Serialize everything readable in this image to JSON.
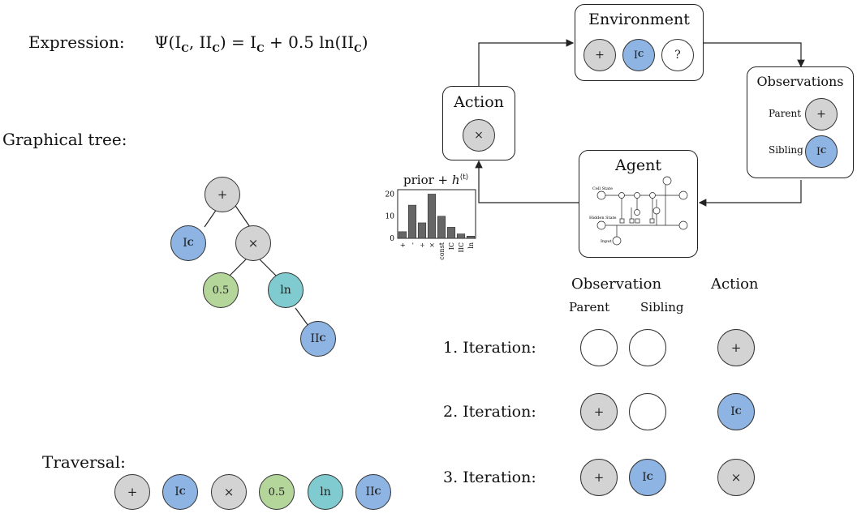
{
  "expression": {
    "label": "Expression:",
    "formula": "Ψ(I_C, II_C) = I_C + 0.5 ln(II_C)"
  },
  "tree": {
    "label": "Graphical tree:",
    "nodes": {
      "plus": "+",
      "ic": "I_C",
      "times": "×",
      "half": "0.5",
      "ln": "ln",
      "iic": "II_C"
    }
  },
  "traversal": {
    "label": "Traversal:",
    "tokens": [
      "+",
      "I_C",
      "×",
      "0.5",
      "ln",
      "II_C"
    ]
  },
  "environment": {
    "title": "Environment",
    "nodes": [
      "+",
      "I_C",
      "?"
    ]
  },
  "observations": {
    "title": "Observations",
    "parent_label": "Parent",
    "parent_value": "+",
    "sibling_label": "Sibling",
    "sibling_value": "I_C"
  },
  "action": {
    "title": "Action",
    "value": "×"
  },
  "agent": {
    "title": "Agent",
    "cell_state": "Cell State",
    "hidden_state": "Hidden State",
    "input": "Input"
  },
  "prior_chart": {
    "title": "prior + h⟨t⟩"
  },
  "chart_data": {
    "type": "bar",
    "title": "prior + h⟨t⟩",
    "categories": [
      "+",
      "-",
      "÷",
      "×",
      "const",
      "I_C",
      "II_C",
      "ln"
    ],
    "values": [
      3,
      15,
      7,
      20,
      10,
      5,
      2,
      1
    ],
    "ylim": [
      0,
      22
    ],
    "yticks": [
      0,
      10,
      20
    ],
    "xlabel": "",
    "ylabel": ""
  },
  "iterations": {
    "observation_header": "Observation",
    "action_header": "Action",
    "parent_header": "Parent",
    "sibling_header": "Sibling",
    "rows": [
      {
        "label": "1. Iteration:",
        "parent": "",
        "sibling": "",
        "action": "+"
      },
      {
        "label": "2. Iteration:",
        "parent": "+",
        "sibling": "",
        "action": "I_C"
      },
      {
        "label": "3. Iteration:",
        "parent": "+",
        "sibling": "I_C",
        "action": "×"
      }
    ]
  },
  "colors": {
    "operator": "#d3d3d3",
    "variable": "#8eb4e3",
    "constant": "#b5d69a",
    "function": "#7fcbcf",
    "bar": "#666666"
  }
}
